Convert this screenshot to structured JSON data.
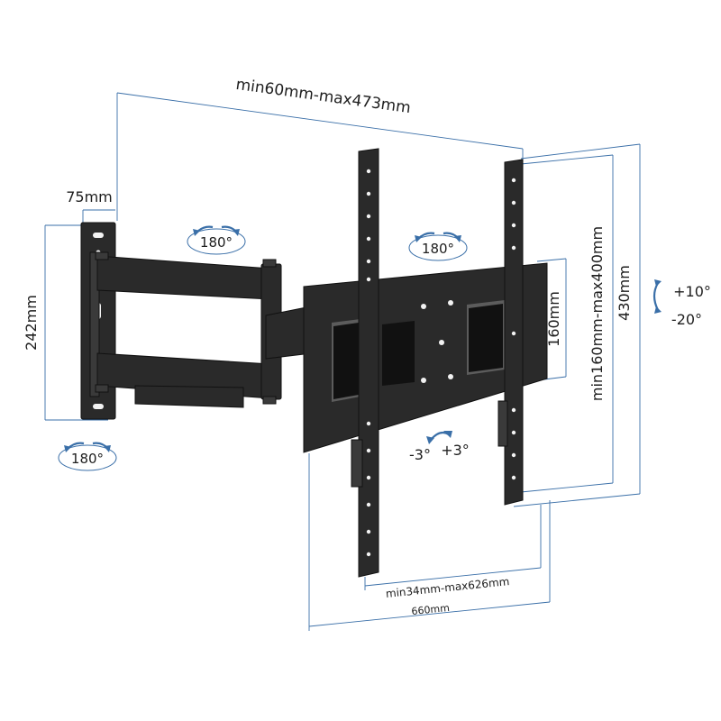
{
  "dimensions": {
    "spacing_range": "min60mm-max473mm",
    "wall_plate_width": "75mm",
    "wall_plate_height": "242mm",
    "arm_plate_height": "160mm",
    "vesa_vertical_range": "min160mm-max400mm",
    "bracket_height": "430mm",
    "vesa_horizontal_range": "min34mm-max626mm",
    "bracket_width": "660mm"
  },
  "rotations": {
    "swivel_arm": "180°",
    "swivel_head": "180°",
    "swivel_wall": "180°",
    "rotation_left": "-3°",
    "rotation_right": "+3°",
    "tilt_up": "+10°",
    "tilt_down": "-20°"
  },
  "colors": {
    "dimension_line": "#3a6fa8",
    "metal": "#2a2a2a"
  }
}
